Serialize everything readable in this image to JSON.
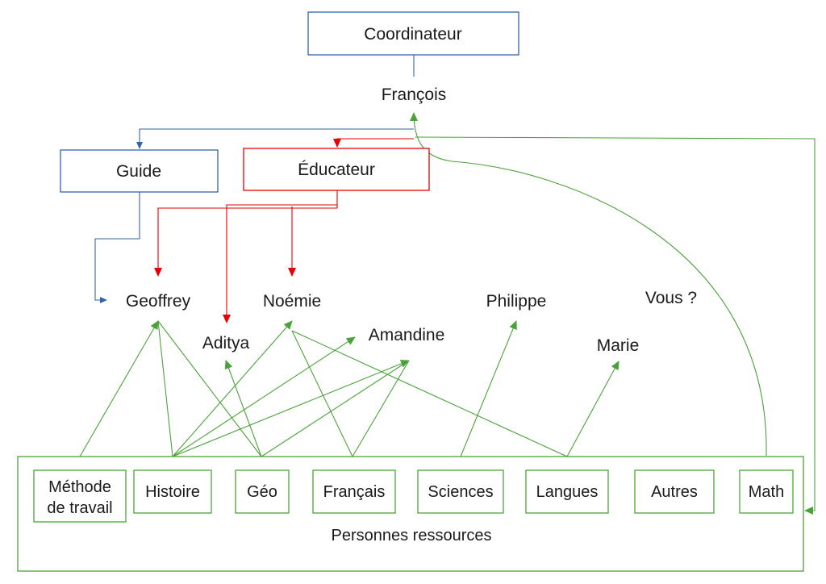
{
  "roles": {
    "coordinator": "Coordinateur",
    "guide": "Guide",
    "educator": "Éducateur"
  },
  "people": {
    "francois": "François",
    "geoffrey": "Geoffrey",
    "aditya": "Aditya",
    "noemie": "Noémie",
    "amandine": "Amandine",
    "philippe": "Philippe",
    "vous": "Vous ?",
    "marie": "Marie"
  },
  "resources": {
    "group_label": "Personnes ressources",
    "methode_line1": "Méthode",
    "methode_line2": "de travail",
    "histoire": "Histoire",
    "geo": "Géo",
    "francais": "Français",
    "sciences": "Sciences",
    "langues": "Langues",
    "autres": "Autres",
    "math": "Math"
  },
  "colors": {
    "guide": "#3465a4",
    "educator": "#e60000",
    "resources": "#4aa339"
  }
}
